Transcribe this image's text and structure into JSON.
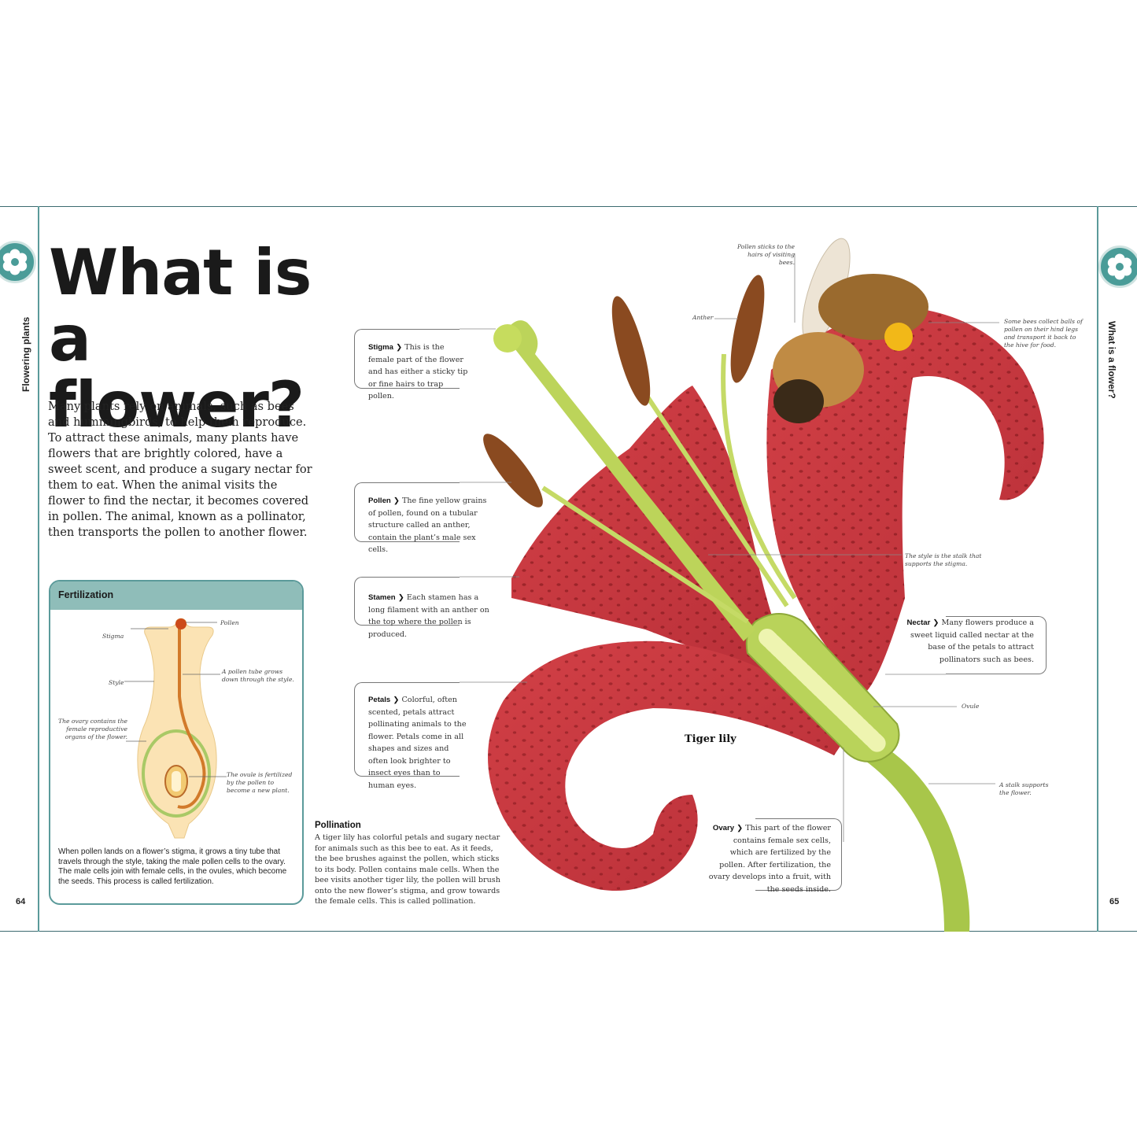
{
  "left_page": {
    "section_tab": "Flowering plants",
    "folio": "64",
    "title": "What is a flower?",
    "intro": "Many plants rely on animals, such as bees and hummingbirds, to help them reproduce. To attract these animals, many plants have flowers that are brightly colored, have a sweet scent, and produce a sugary nectar for them to eat. When the animal visits the flower to find the nectar, it becomes covered in pollen. The animal, known as a pollinator, then transports the pollen to another flower."
  },
  "right_page": {
    "section_tab": "What is a flower?",
    "folio": "65"
  },
  "fertilization": {
    "heading": "Fertilization",
    "labels": {
      "stigma": "Stigma",
      "pollen": "Pollen",
      "style": "Style",
      "pollen_tube": "A pollen tube grows down through the style.",
      "ovary": "The ovary contains the female reproductive organs of the flower.",
      "ovule": "The ovule is fertilized by the pollen to become a new plant."
    },
    "caption": "When pollen lands on a flower’s stigma, it grows a tiny tube that travels through the style, taking the male pollen cells to the ovary. The male cells join with female cells, in the ovules, which become the seeds. This process is called fertilization."
  },
  "callouts": {
    "stigma": {
      "term": "Stigma",
      "text": "This is the female part of the flower and has either a sticky tip or fine hairs to trap pollen."
    },
    "pollen": {
      "term": "Pollen",
      "text": "The fine yellow grains of pollen, found on a tubular structure called an anther, contain the plant’s male sex cells."
    },
    "stamen": {
      "term": "Stamen",
      "text": "Each stamen has a long filament with an anther on the top where the pollen is produced."
    },
    "petals": {
      "term": "Petals",
      "text": "Colorful, often scented, petals attract pollinating animals to the flower. Petals come in all shapes and sizes and often look brighter to insect eyes than to human eyes."
    },
    "nectar": {
      "term": "Nectar",
      "text": "Many flowers produce a sweet liquid called nectar at the base of the petals to attract pollinators such as bees."
    },
    "ovary": {
      "term": "Ovary",
      "text": "This part of the flower contains female sex cells, which are fertilized by the pollen. After fertilization, the ovary develops into a fruit, with the seeds inside."
    }
  },
  "small_labels": {
    "pollen_sticks": "Pollen sticks to the hairs of visiting bees.",
    "anther": "Anther",
    "bees_collect": "Some bees collect balls of pollen on their hind legs and transport it back to the hive for food.",
    "style_stalk": "The style is the stalk that supports the stigma.",
    "ovule": "Ovule",
    "stalk": "A stalk supports the flower."
  },
  "plant_name": "Tiger lily",
  "pollination": {
    "heading": "Pollination",
    "text": "A tiger lily has colorful petals and sugary nectar for animals such as this bee to eat. As it feeds, the bee brushes against the pollen, which sticks to its body. Pollen contains male cells. When the bee visits another tiger lily, the pollen will brush onto the new flower’s stigma, and grow towards the female cells. This is called pollination."
  },
  "colors": {
    "teal": "#4a9c98",
    "teal_light": "#8fbdb9",
    "petal_red": "#c8393f",
    "stem_green": "#a8c64a",
    "anther_brown": "#8a4a20"
  }
}
